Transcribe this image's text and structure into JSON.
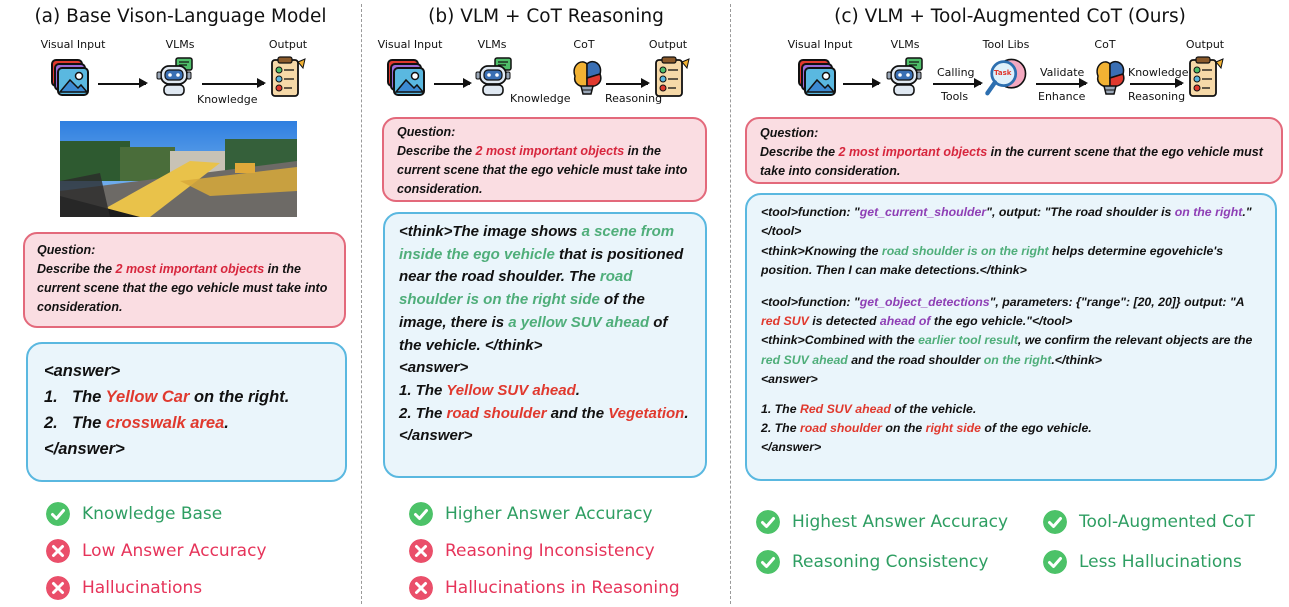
{
  "panels": {
    "a": {
      "title": "(a) Base Vison-Language Model",
      "labels": {
        "input": "Visual Input",
        "vlm": "VLMs",
        "output": "Output"
      },
      "arrow_label": "Knowledge",
      "question": {
        "heading": "Question:",
        "pre": "Describe the ",
        "hl": "2 most important objects",
        "post": " in the current scene that the ego vehicle must take into consideration."
      },
      "answer": {
        "open": "<answer>",
        "l1_num": "1.",
        "l1_pre": "The ",
        "l1_hl": "Yellow Car",
        "l1_post": " on the right.",
        "l2_num": "2.",
        "l2_pre": "The ",
        "l2_hl": "crosswalk area",
        "l2_post": ".",
        "close": "</answer>"
      },
      "bullets": [
        {
          "status": "good",
          "text": "Knowledge Base"
        },
        {
          "status": "bad",
          "text": "Low Answer Accuracy"
        },
        {
          "status": "bad",
          "text": "Hallucinations"
        }
      ]
    },
    "b": {
      "title": "(b) VLM + CoT Reasoning",
      "labels": {
        "input": "Visual Input",
        "vlm": "VLMs",
        "cot": "CoT",
        "output": "Output"
      },
      "arrow1_label": "Knowledge",
      "arrow2_label": "Reasoning",
      "question": {
        "heading": "Question:",
        "pre": "Describe the ",
        "hl": "2 most important objects",
        "post": " in the current scene that the ego vehicle must take into consideration."
      },
      "answer": {
        "t1": "<think>The image shows ",
        "t2": "a scene from inside the ego vehicle",
        "t3": " that is positioned near the road shoulder. The ",
        "t4": "road shoulder is on the right side",
        "t5": " of the image, there is ",
        "t6": "a yellow SUV ahead",
        "t7": " of the vehicle. </think>",
        "open": "<answer>",
        "l1_pre": "1. The ",
        "l1_hl": "Yellow SUV ahead",
        "l1_post": ".",
        "l2_pre": "2. The ",
        "l2_hl": "road shoulder",
        "l2_mid": " and the ",
        "l2_hl2": "Vegetation",
        "l2_post": ".",
        "close": "</answer>"
      },
      "bullets": [
        {
          "status": "good",
          "text": "Higher Answer Accuracy"
        },
        {
          "status": "bad",
          "text": "Reasoning Inconsistency"
        },
        {
          "status": "bad",
          "text": "Hallucinations in Reasoning"
        }
      ]
    },
    "c": {
      "title": "(c) VLM + Tool-Augmented CoT (Ours)",
      "labels": {
        "input": "Visual Input",
        "vlm": "VLMs",
        "tools": "Tool Libs",
        "cot": "CoT",
        "output": "Output"
      },
      "arrow1_label": [
        "Calling",
        "Tools"
      ],
      "arrow2_label": [
        "Validate",
        "Enhance"
      ],
      "arrow3_label": [
        "Knowledge",
        "Reasoning"
      ],
      "task_icon_text": "Task",
      "question": {
        "heading": "Question:",
        "pre": "Describe the ",
        "hl": "2 most important objects",
        "post": " in the current scene that the ego vehicle must take into consideration."
      },
      "answer": {
        "a1": "<tool>function: \"",
        "a2": "get_current_shoulder",
        "a3": "\", output: \"The road shoulder is ",
        "a4": "on the right",
        "a5": ".\"</tool>",
        "b1": "<think>Knowing the ",
        "b2": "road shoulder is on the right",
        "b3": " helps determine egovehicle's position. Then I can make detections.</think>",
        "c1": "<tool>function: \"",
        "c2": "get_object_detections",
        "c3": "\", parameters: {\"range\": [20, 20]} output: \"A ",
        "c4": "red SUV",
        "c5": " is detected ",
        "c6": "ahead of",
        "c7": " the ego vehicle.\"</tool>",
        "d1": "<think>Combined with the ",
        "d2": "earlier tool result",
        "d3": ", we confirm the relevant objects are the ",
        "d4": "red SUV ahead",
        "d5": " and the road shoulder ",
        "d6": "on the right",
        "d7": ".</think>",
        "open": "<answer>",
        "l1_pre": "1. The ",
        "l1_hl": "Red SUV ahead",
        "l1_post": " of the vehicle.",
        "l2_pre": "2. The ",
        "l2_hl": "road shoulder",
        "l2_mid": " on the ",
        "l2_hl2": "right side",
        "l2_post": " of the ego vehicle.",
        "close": "</answer>"
      },
      "bullets": [
        {
          "status": "good",
          "text": "Highest Answer Accuracy"
        },
        {
          "status": "good",
          "text": "Tool-Augmented CoT"
        },
        {
          "status": "good",
          "text": "Reasoning Consistency"
        },
        {
          "status": "good",
          "text": "Less Hallucinations"
        }
      ]
    }
  },
  "colors": {
    "highlight_red": "#e0392e",
    "highlight_green": "#4fae7a",
    "highlight_purple": "#8e3fb5",
    "good": "#2e9e62",
    "bad": "#e6345a",
    "question_bg": "#fadde2",
    "answer_bg": "#eaf5fb"
  }
}
